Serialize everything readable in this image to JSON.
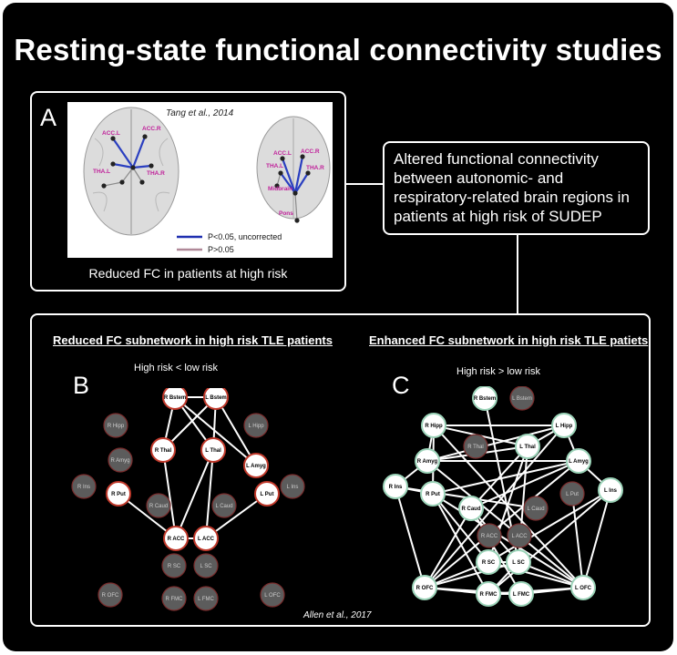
{
  "title": "Resting-state functional connectivity studies",
  "panel_a": {
    "letter": "A",
    "citation": "Tang et al., 2014",
    "caption": "Reduced FC in patients at high risk",
    "left_brain_labels": [
      "ACC.L",
      "ACC.R",
      "THA.L",
      "THA.R"
    ],
    "right_brain_labels": [
      "ACC.L",
      "ACC.R",
      "THA.L",
      "THA.R",
      "Midbrain",
      "Pons"
    ],
    "legend": [
      {
        "label": "P<0.05, uncorrected",
        "color": "#1f2fb0"
      },
      {
        "label": "P>0.05",
        "color": "#b08898"
      }
    ]
  },
  "callout": "Altered functional connectivity between autonomic- and respiratory-related brain regions in patients at high risk of SUDEP",
  "panel_b": {
    "letter": "B",
    "title": "Reduced FC subnetwork in high risk TLE patients",
    "condition": "High risk < low risk"
  },
  "panel_c": {
    "letter": "C",
    "title": "Enhanced FC subnetwork in high risk TLE patiets",
    "condition": "High risk > low risk"
  },
  "citation_bc": "Allen et al., 2017",
  "colors": {
    "background": "#000000",
    "active_node_fill": "#ffffff",
    "inactive_node_fill": "#5c5c5c",
    "b_active_border": "#c0392b",
    "c_active_border": "#9bd3b8"
  },
  "network_b": {
    "nodes": [
      {
        "id": "R Bstem",
        "active": true
      },
      {
        "id": "L Bstem",
        "active": true
      },
      {
        "id": "R Hipp",
        "active": false
      },
      {
        "id": "L Hipp",
        "active": false
      },
      {
        "id": "R Thal",
        "active": true
      },
      {
        "id": "L Thal",
        "active": true
      },
      {
        "id": "R Amyg",
        "active": false
      },
      {
        "id": "L Amyg",
        "active": true
      },
      {
        "id": "R Ins",
        "active": false
      },
      {
        "id": "L Ins",
        "active": false
      },
      {
        "id": "R Put",
        "active": true
      },
      {
        "id": "L Put",
        "active": true
      },
      {
        "id": "R Caud",
        "active": false
      },
      {
        "id": "L Caud",
        "active": false
      },
      {
        "id": "R ACC",
        "active": true
      },
      {
        "id": "L ACC",
        "active": true
      },
      {
        "id": "R SC",
        "active": false
      },
      {
        "id": "L SC",
        "active": false
      },
      {
        "id": "R OFC",
        "active": false
      },
      {
        "id": "L OFC",
        "active": false
      },
      {
        "id": "R FMC",
        "active": false
      },
      {
        "id": "L FMC",
        "active": false
      }
    ],
    "edges": [
      [
        "R Bstem",
        "L Bstem"
      ],
      [
        "R Bstem",
        "R Thal"
      ],
      [
        "R Bstem",
        "L Thal"
      ],
      [
        "R Bstem",
        "L Amyg"
      ],
      [
        "L Bstem",
        "R Thal"
      ],
      [
        "L Bstem",
        "L Thal"
      ],
      [
        "L Bstem",
        "L Amyg"
      ],
      [
        "R Thal",
        "R ACC"
      ],
      [
        "L Thal",
        "L ACC"
      ],
      [
        "R Put",
        "R ACC"
      ],
      [
        "L Put",
        "L ACC"
      ],
      [
        "R ACC",
        "L ACC"
      ],
      [
        "L Thal",
        "R ACC"
      ]
    ]
  },
  "network_c": {
    "nodes": [
      {
        "id": "R Bstem",
        "active": true
      },
      {
        "id": "L Bstem",
        "active": false
      },
      {
        "id": "R Hipp",
        "active": true
      },
      {
        "id": "L Hipp",
        "active": true
      },
      {
        "id": "R Thal",
        "active": false
      },
      {
        "id": "L Thal",
        "active": true
      },
      {
        "id": "R Amyg",
        "active": true
      },
      {
        "id": "L Amyg",
        "active": true
      },
      {
        "id": "R Ins",
        "active": true
      },
      {
        "id": "L Ins",
        "active": true
      },
      {
        "id": "R Put",
        "active": true
      },
      {
        "id": "L Put",
        "active": false
      },
      {
        "id": "R Caud",
        "active": true
      },
      {
        "id": "L Caud",
        "active": false
      },
      {
        "id": "R ACC",
        "active": false
      },
      {
        "id": "L ACC",
        "active": false
      },
      {
        "id": "R SC",
        "active": true
      },
      {
        "id": "L SC",
        "active": true
      },
      {
        "id": "R OFC",
        "active": true
      },
      {
        "id": "L OFC",
        "active": true
      },
      {
        "id": "R FMC",
        "active": true
      },
      {
        "id": "L FMC",
        "active": true
      }
    ],
    "edges": [
      [
        "R Hipp",
        "L Hipp"
      ],
      [
        "R Hipp",
        "R Amyg"
      ],
      [
        "R Hipp",
        "L Thal"
      ],
      [
        "R Hipp",
        "R Put"
      ],
      [
        "R Hipp",
        "L OFC"
      ],
      [
        "L Hipp",
        "L Amyg"
      ],
      [
        "L Hipp",
        "R Amyg"
      ],
      [
        "L Hipp",
        "R OFC"
      ],
      [
        "L Hipp",
        "L Thal"
      ],
      [
        "R Amyg",
        "L Amyg"
      ],
      [
        "R Amyg",
        "R Ins"
      ],
      [
        "R Amyg",
        "L Thal"
      ],
      [
        "R Amyg",
        "L OFC"
      ],
      [
        "L Amyg",
        "L Ins"
      ],
      [
        "L Amyg",
        "R Put"
      ],
      [
        "L Amyg",
        "R OFC"
      ],
      [
        "L Amyg",
        "R Caud"
      ],
      [
        "L Thal",
        "R SC"
      ],
      [
        "L Thal",
        "L SC"
      ],
      [
        "L Thal",
        "R Caud"
      ],
      [
        "R Bstem",
        "L SC"
      ],
      [
        "R Ins",
        "R OFC"
      ],
      [
        "R Ins",
        "R Put"
      ],
      [
        "R Ins",
        "L Caud"
      ],
      [
        "L Ins",
        "L OFC"
      ],
      [
        "L Ins",
        "R SC"
      ],
      [
        "L Ins",
        "R FMC"
      ],
      [
        "R Put",
        "R FMC"
      ],
      [
        "R Put",
        "L OFC"
      ],
      [
        "R Put",
        "R SC"
      ],
      [
        "R Caud",
        "R OFC"
      ],
      [
        "R Caud",
        "L FMC"
      ],
      [
        "R Caud",
        "L SC"
      ],
      [
        "R SC",
        "L SC"
      ],
      [
        "R SC",
        "R OFC"
      ],
      [
        "R SC",
        "L OFC"
      ],
      [
        "L SC",
        "R OFC"
      ],
      [
        "L SC",
        "L OFC"
      ],
      [
        "L SC",
        "R FMC"
      ],
      [
        "R OFC",
        "R FMC"
      ],
      [
        "R OFC",
        "L FMC"
      ],
      [
        "L OFC",
        "L FMC"
      ],
      [
        "L OFC",
        "R FMC"
      ],
      [
        "R FMC",
        "L FMC"
      ],
      [
        "L Put",
        "L OFC"
      ]
    ]
  }
}
